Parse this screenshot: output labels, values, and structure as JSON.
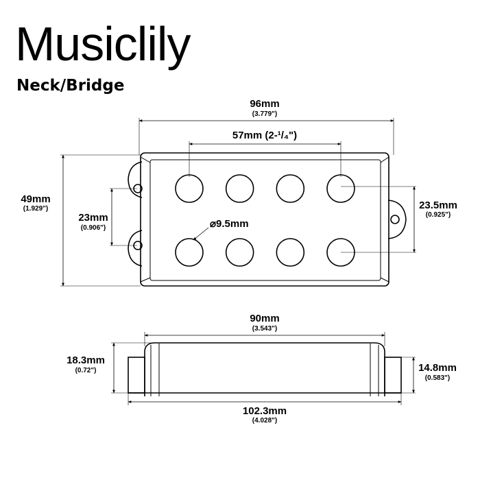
{
  "brand": "Musiclily",
  "subtitle": "Neck/Bridge",
  "dimensions": {
    "top_width": {
      "main": "96mm",
      "sub": "(3.779\")"
    },
    "pole_span": {
      "main": "57mm (2-¹/₄\")"
    },
    "height": {
      "main": "49mm",
      "sub": "(1.929\")"
    },
    "row_spacing": {
      "main": "23mm",
      "sub": "(0.906\")"
    },
    "pole_diameter": {
      "main": "⌀9.5mm"
    },
    "mount_spacing": {
      "main": "23.5mm",
      "sub": "(0.925\")"
    },
    "side_width": {
      "main": "90mm",
      "sub": "(3.543\")"
    },
    "overall_height": {
      "main": "18.3mm",
      "sub": "(0.72\")"
    },
    "cover_height": {
      "main": "14.8mm",
      "sub": "(0.583\")"
    },
    "overall_length": {
      "main": "102.3mm",
      "sub": "(4.028\")"
    }
  },
  "pole_pieces": {
    "rows": 2,
    "per_row": 4
  }
}
